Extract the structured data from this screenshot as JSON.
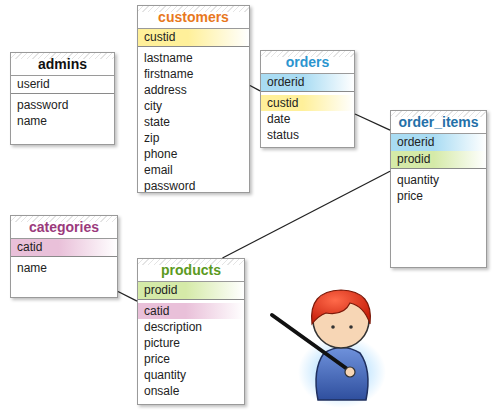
{
  "diagram": {
    "nodes": [
      {
        "text": [
          "admins",
          "userid",
          "password",
          "name"
        ]
      },
      {
        "text": [
          "customers",
          "custid",
          "lastname",
          "firstname",
          "address",
          "city",
          "state",
          "zip",
          "phone",
          "email",
          "password"
        ]
      },
      {
        "text": [
          "orders",
          "orderid",
          "custid",
          "date",
          "status"
        ]
      },
      {
        "text": [
          "order_items",
          "orderid",
          "prodid",
          "quantity",
          "price"
        ]
      },
      {
        "text": [
          "categories",
          "catid",
          "name"
        ]
      },
      {
        "text": [
          "products",
          "prodid",
          "catid",
          "description",
          "picture",
          "price",
          "quantity",
          "onsale"
        ]
      }
    ],
    "edges": [
      {
        "from": 1,
        "to": 2,
        "arrow": "none"
      },
      {
        "from": 2,
        "to": 3,
        "arrow": "none"
      },
      {
        "from": 5,
        "to": 3,
        "arrow": "none"
      },
      {
        "from": 4,
        "to": 5,
        "arrow": "none"
      }
    ]
  }
}
